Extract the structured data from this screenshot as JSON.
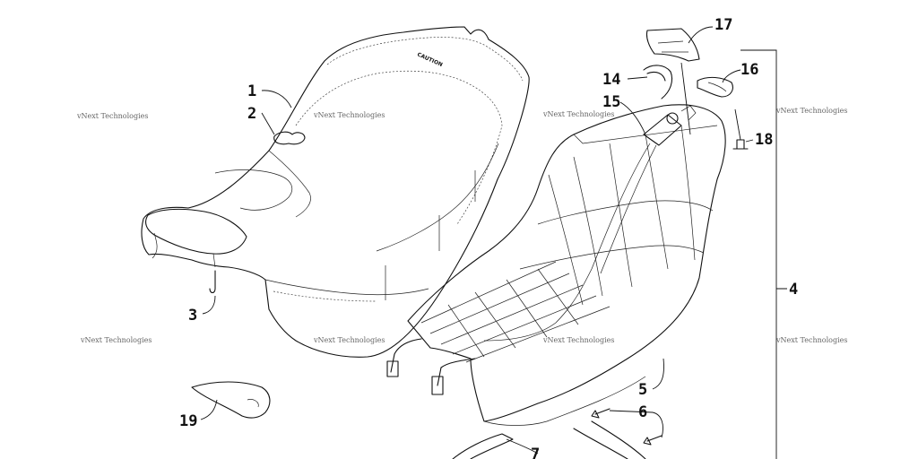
{
  "watermark_text": "vNext Technologies",
  "seat_caution": "CAUTION",
  "callouts": [
    {
      "id": "1",
      "label": "1"
    },
    {
      "id": "2",
      "label": "2"
    },
    {
      "id": "3",
      "label": "3"
    },
    {
      "id": "4",
      "label": "4"
    },
    {
      "id": "5",
      "label": "5"
    },
    {
      "id": "6",
      "label": "6"
    },
    {
      "id": "7",
      "label": "7"
    },
    {
      "id": "14",
      "label": "14"
    },
    {
      "id": "15",
      "label": "15"
    },
    {
      "id": "16",
      "label": "16"
    },
    {
      "id": "17",
      "label": "17"
    },
    {
      "id": "18",
      "label": "18"
    },
    {
      "id": "19",
      "label": "19"
    }
  ]
}
